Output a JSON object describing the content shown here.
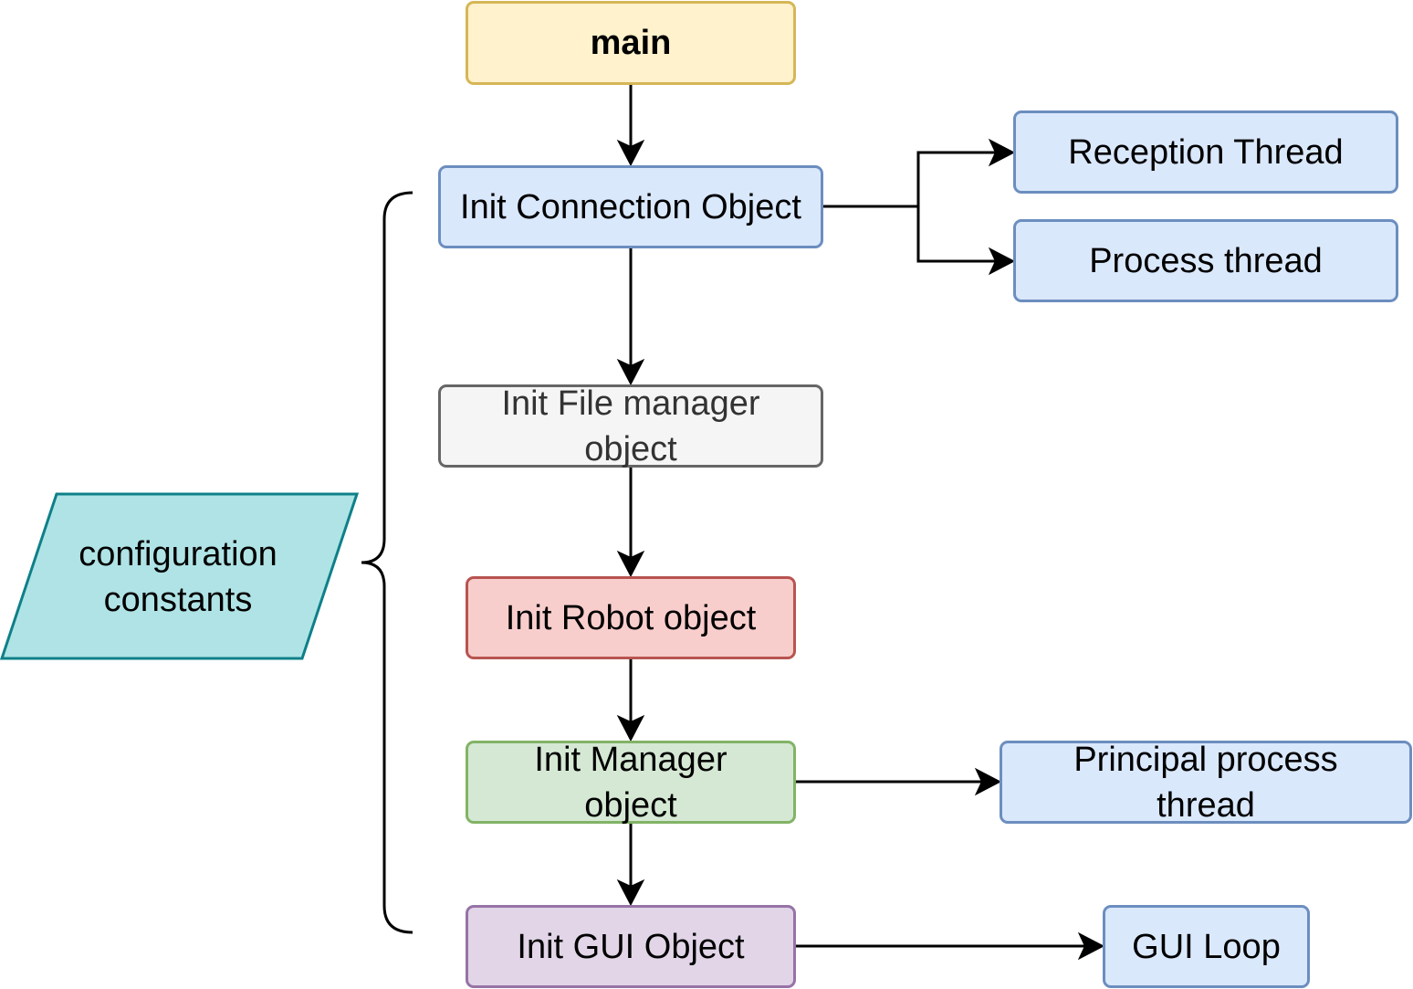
{
  "nodes": {
    "main": "main",
    "init_connection": "Init Connection Object",
    "reception_thread": "Reception Thread",
    "process_thread": "Process thread",
    "init_file_manager": "Init File manager object",
    "init_robot": "Init Robot object",
    "init_manager": "Init Manager object",
    "principal_thread": "Principal process thread",
    "init_gui": "Init GUI Object",
    "gui_loop": "GUI Loop"
  },
  "input": {
    "config_constants": "configuration constants"
  },
  "colors": {
    "yellow_fill": "#fff2cc",
    "blue_fill": "#dae8fc",
    "gray_fill": "#f5f5f5",
    "red_fill": "#f8cecc",
    "green_fill": "#d5e8d4",
    "purple_fill": "#e1d5e7",
    "teal_fill": "#b0e3e6",
    "teal_stroke": "#0e8088"
  }
}
